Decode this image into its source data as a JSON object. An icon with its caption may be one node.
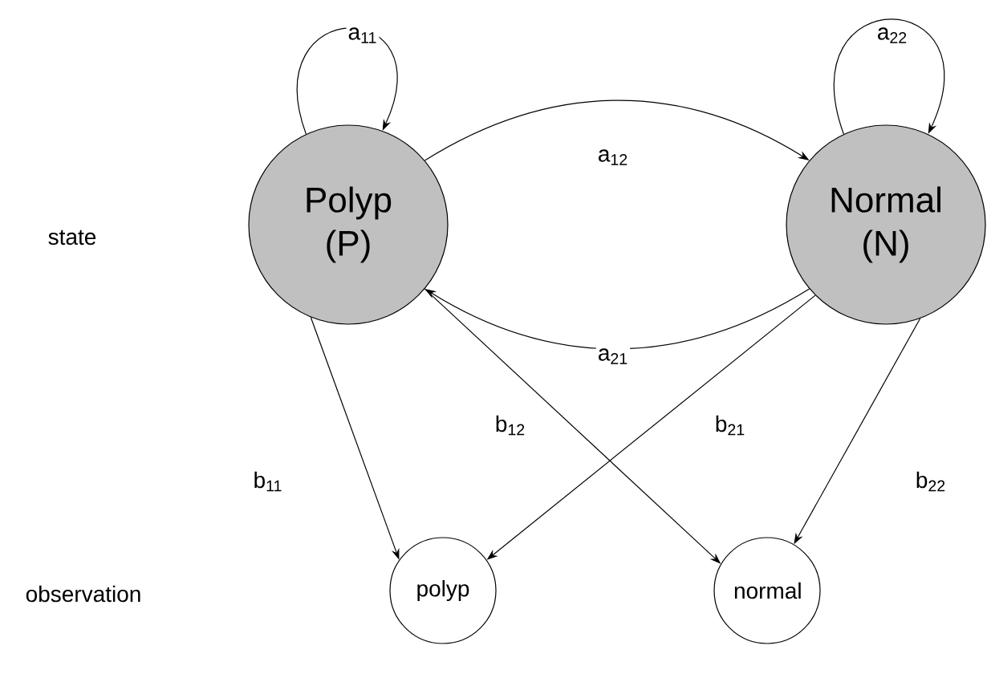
{
  "diagram": {
    "nodes": [
      {
        "text": [
          "Polyp (P)"
        ]
      },
      {
        "text": [
          "Normal (N)"
        ]
      },
      {
        "text": [
          "polyp"
        ]
      },
      {
        "text": [
          "normal"
        ]
      }
    ],
    "edges": [
      {
        "from": 0,
        "to": 0,
        "arrow": "to",
        "label": "a$_{11}$"
      },
      {
        "from": 1,
        "to": 1,
        "arrow": "to",
        "label": "a$_{22}$"
      },
      {
        "from": 0,
        "to": 1,
        "arrow": "to",
        "label": "a$_{12}$"
      },
      {
        "from": 1,
        "to": 0,
        "arrow": "to",
        "label": "a$_{21}$"
      },
      {
        "from": 0,
        "to": 2,
        "arrow": "to",
        "label": "b$_{11}$"
      },
      {
        "from": 0,
        "to": 3,
        "arrow": "to",
        "label": "b$_{12}$"
      },
      {
        "from": 1,
        "to": 2,
        "arrow": "to",
        "label": "b$_{21}$"
      },
      {
        "from": 1,
        "to": 3,
        "arrow": "to",
        "label": "b$_{22}$"
      }
    ],
    "labels": [
      "state",
      "observation"
    ]
  }
}
